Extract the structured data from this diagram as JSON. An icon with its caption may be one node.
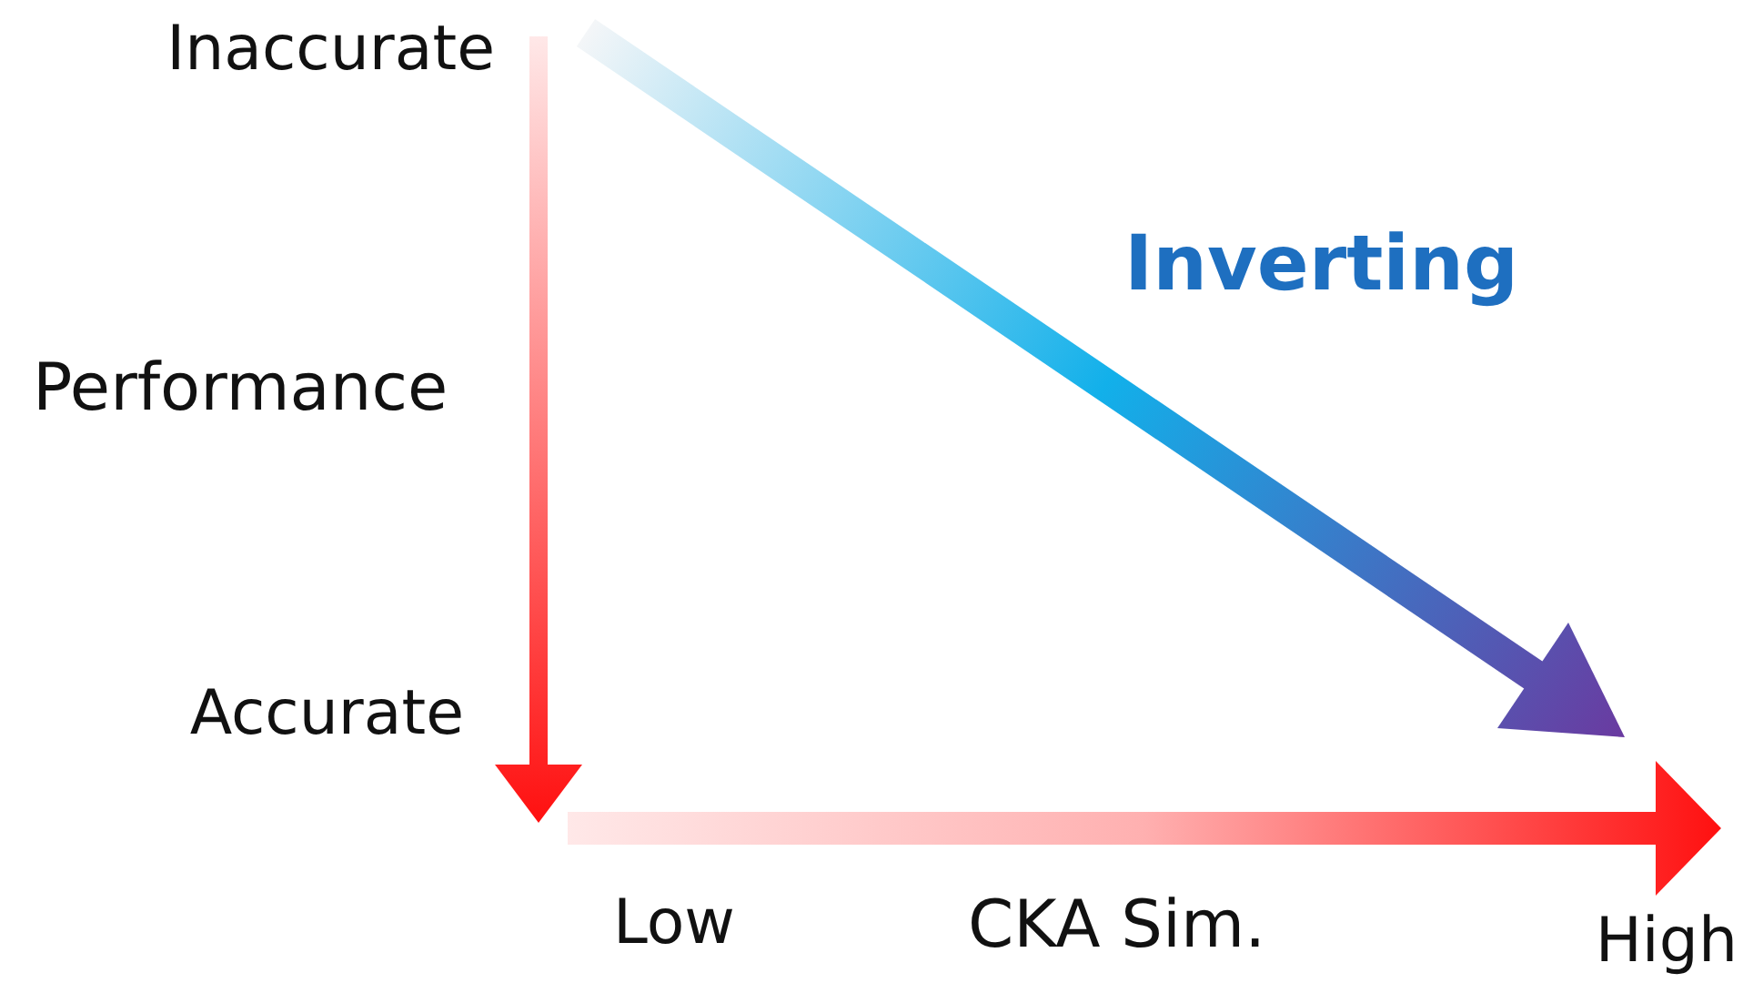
{
  "diagram": {
    "labels": [
      "Inaccurate",
      "Inverting",
      "Performance",
      "Accurate",
      "Low",
      "CKA Sim.",
      "High"
    ]
  }
}
